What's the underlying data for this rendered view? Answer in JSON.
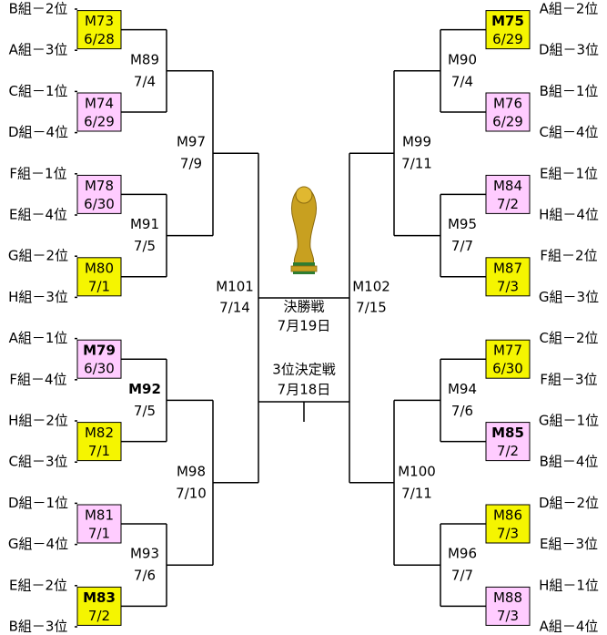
{
  "colors": {
    "yellow": "#f5f500",
    "pink": "#ffccff",
    "line": "#000000",
    "trophy_gold": "#c8a020",
    "trophy_green": "#2e7d32"
  },
  "trophy_icon": "world-cup-trophy-icon",
  "left_teams": [
    "B組－2位",
    "A組－3位",
    "C組－1位",
    "D組－4位",
    "F組－1位",
    "E組－4位",
    "G組－2位",
    "H組－3位",
    "A組－1位",
    "F組－4位",
    "H組－2位",
    "C組－3位",
    "D組－1位",
    "G組－4位",
    "E組－2位",
    "B組－3位"
  ],
  "right_teams": [
    "A組－2位",
    "D組－3位",
    "B組－1位",
    "C組－4位",
    "E組－1位",
    "H組－4位",
    "F組－2位",
    "G組－3位",
    "C組－2位",
    "F組－3位",
    "G組－1位",
    "B組－4位",
    "D組－2位",
    "E組－3位",
    "H組－1位",
    "A組－4位"
  ],
  "left_r16": [
    {
      "match": "M73",
      "date": "6/28",
      "color": "yellow",
      "bold": false
    },
    {
      "match": "M74",
      "date": "6/29",
      "color": "pink",
      "bold": false
    },
    {
      "match": "M78",
      "date": "6/30",
      "color": "pink",
      "bold": false
    },
    {
      "match": "M80",
      "date": "7/1",
      "color": "yellow",
      "bold": false
    },
    {
      "match": "M79",
      "date": "6/30",
      "color": "pink",
      "bold": true
    },
    {
      "match": "M82",
      "date": "7/1",
      "color": "yellow",
      "bold": false
    },
    {
      "match": "M81",
      "date": "7/1",
      "color": "pink",
      "bold": false
    },
    {
      "match": "M83",
      "date": "7/2",
      "color": "yellow",
      "bold": true
    }
  ],
  "right_r16": [
    {
      "match": "M75",
      "date": "6/29",
      "color": "yellow",
      "bold": true
    },
    {
      "match": "M76",
      "date": "6/29",
      "color": "pink",
      "bold": false
    },
    {
      "match": "M84",
      "date": "7/2",
      "color": "pink",
      "bold": false
    },
    {
      "match": "M87",
      "date": "7/3",
      "color": "yellow",
      "bold": false
    },
    {
      "match": "M77",
      "date": "6/30",
      "color": "yellow",
      "bold": false
    },
    {
      "match": "M85",
      "date": "7/2",
      "color": "pink",
      "bold": true
    },
    {
      "match": "M86",
      "date": "7/3",
      "color": "yellow",
      "bold": false
    },
    {
      "match": "M88",
      "date": "7/3",
      "color": "pink",
      "bold": false
    }
  ],
  "left_qf": [
    {
      "match": "M89",
      "date": "7/4",
      "bold": false
    },
    {
      "match": "M91",
      "date": "7/5",
      "bold": false
    },
    {
      "match": "M92",
      "date": "7/5",
      "bold": true
    },
    {
      "match": "M93",
      "date": "7/6",
      "bold": false
    }
  ],
  "right_qf": [
    {
      "match": "M90",
      "date": "7/4",
      "bold": false
    },
    {
      "match": "M95",
      "date": "7/7",
      "bold": false
    },
    {
      "match": "M94",
      "date": "7/6",
      "bold": false
    },
    {
      "match": "M96",
      "date": "7/7",
      "bold": false
    }
  ],
  "left_sf": [
    {
      "match": "M97",
      "date": "7/9"
    },
    {
      "match": "M98",
      "date": "7/10"
    }
  ],
  "right_sf": [
    {
      "match": "M99",
      "date": "7/11"
    },
    {
      "match": "M100",
      "date": "7/11"
    }
  ],
  "left_final_semi": {
    "match": "M101",
    "date": "7/14"
  },
  "right_final_semi": {
    "match": "M102",
    "date": "7/15"
  },
  "final": {
    "label": "決勝戦",
    "date": "7月19日"
  },
  "third_place": {
    "label": "3位決定戦",
    "date": "7月18日"
  }
}
